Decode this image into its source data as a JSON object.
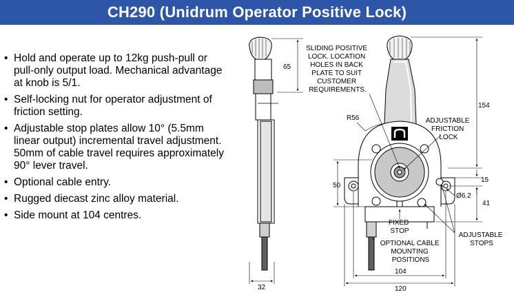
{
  "title": "CH290 (Unidrum Operator Positive Lock)",
  "features": [
    "Hold and operate up to 12kg push-pull or pull-only output load. Mechanical advantage at knob is 5/1.",
    "Self-locking nut for operator adjustment of friction setting.",
    "Adjustable stop plates allow 10° (5.5mm linear output) incremental travel adjustment. 50mm of cable travel requires approximately 90° lever travel.",
    "Optional cable entry.",
    "Rugged diecast zinc alloy material.",
    "Side mount at 104 centres."
  ],
  "drawing": {
    "dims": {
      "d65": "65",
      "d32": "32",
      "d154": "154",
      "d50": "50",
      "d15": "15",
      "d41": "41",
      "d62": "Ø6.2",
      "d104": "104",
      "d120": "120",
      "r56": "R56"
    },
    "callouts": {
      "sliding": [
        "SLIDING POSITIVE",
        "LOCK. LOCATION",
        "HOLES IN BACK",
        "PLATE TO SUIT",
        "CUSTOMER",
        "REQUIREMENTS."
      ],
      "friction": [
        "ADJUSTABLE",
        "FRICTION",
        "LOCK"
      ],
      "fixed": [
        "FIXED",
        "STOP"
      ],
      "cable": [
        "OPTIONAL CABLE",
        "MOUNTING",
        "POSITIONS"
      ],
      "stops": [
        "ADJUSTABLE",
        "STOPS"
      ]
    }
  }
}
